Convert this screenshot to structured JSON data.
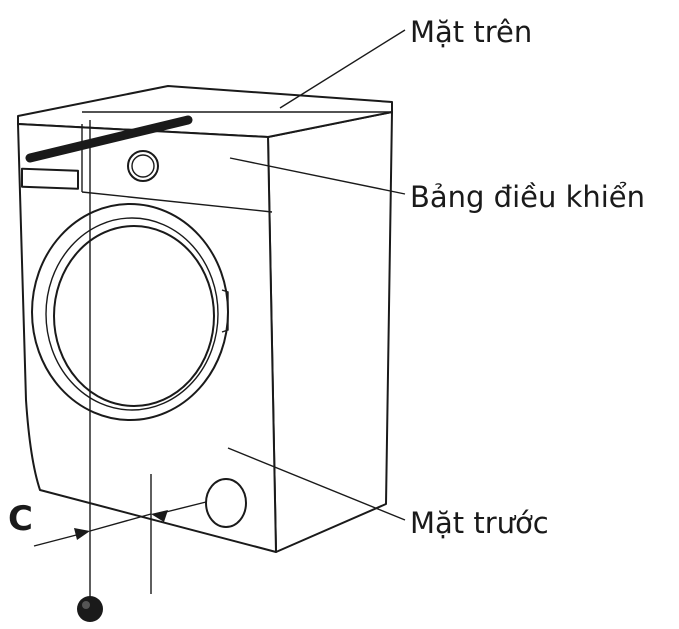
{
  "labels": {
    "top_surface": "Mặt trên",
    "control_panel": "Bảng điều khiển",
    "front_surface": "Mặt trước",
    "distance_marker": "C"
  },
  "colors": {
    "line": "#1a1a1a",
    "background": "#ffffff"
  }
}
